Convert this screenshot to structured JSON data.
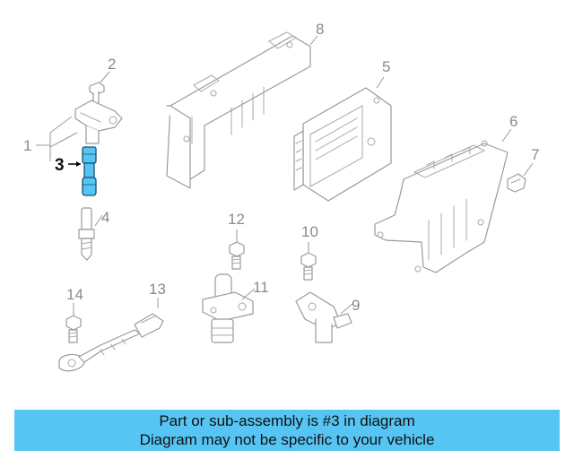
{
  "callouts": {
    "c1": "1",
    "c2": "2",
    "c3": "3",
    "c4": "4",
    "c5": "5",
    "c6": "6",
    "c7": "7",
    "c8": "8",
    "c9": "9",
    "c10": "10",
    "c11": "11",
    "c12": "12",
    "c13": "13",
    "c14": "14"
  },
  "highlighted_part": "3",
  "colors": {
    "highlight": "#56c5f4",
    "outline": "#9a9a9a",
    "banner": "#56c5f4"
  },
  "banner": {
    "line1": "Part or sub-assembly is #3 in diagram",
    "line2": "Diagram may not be specific to your vehicle"
  }
}
